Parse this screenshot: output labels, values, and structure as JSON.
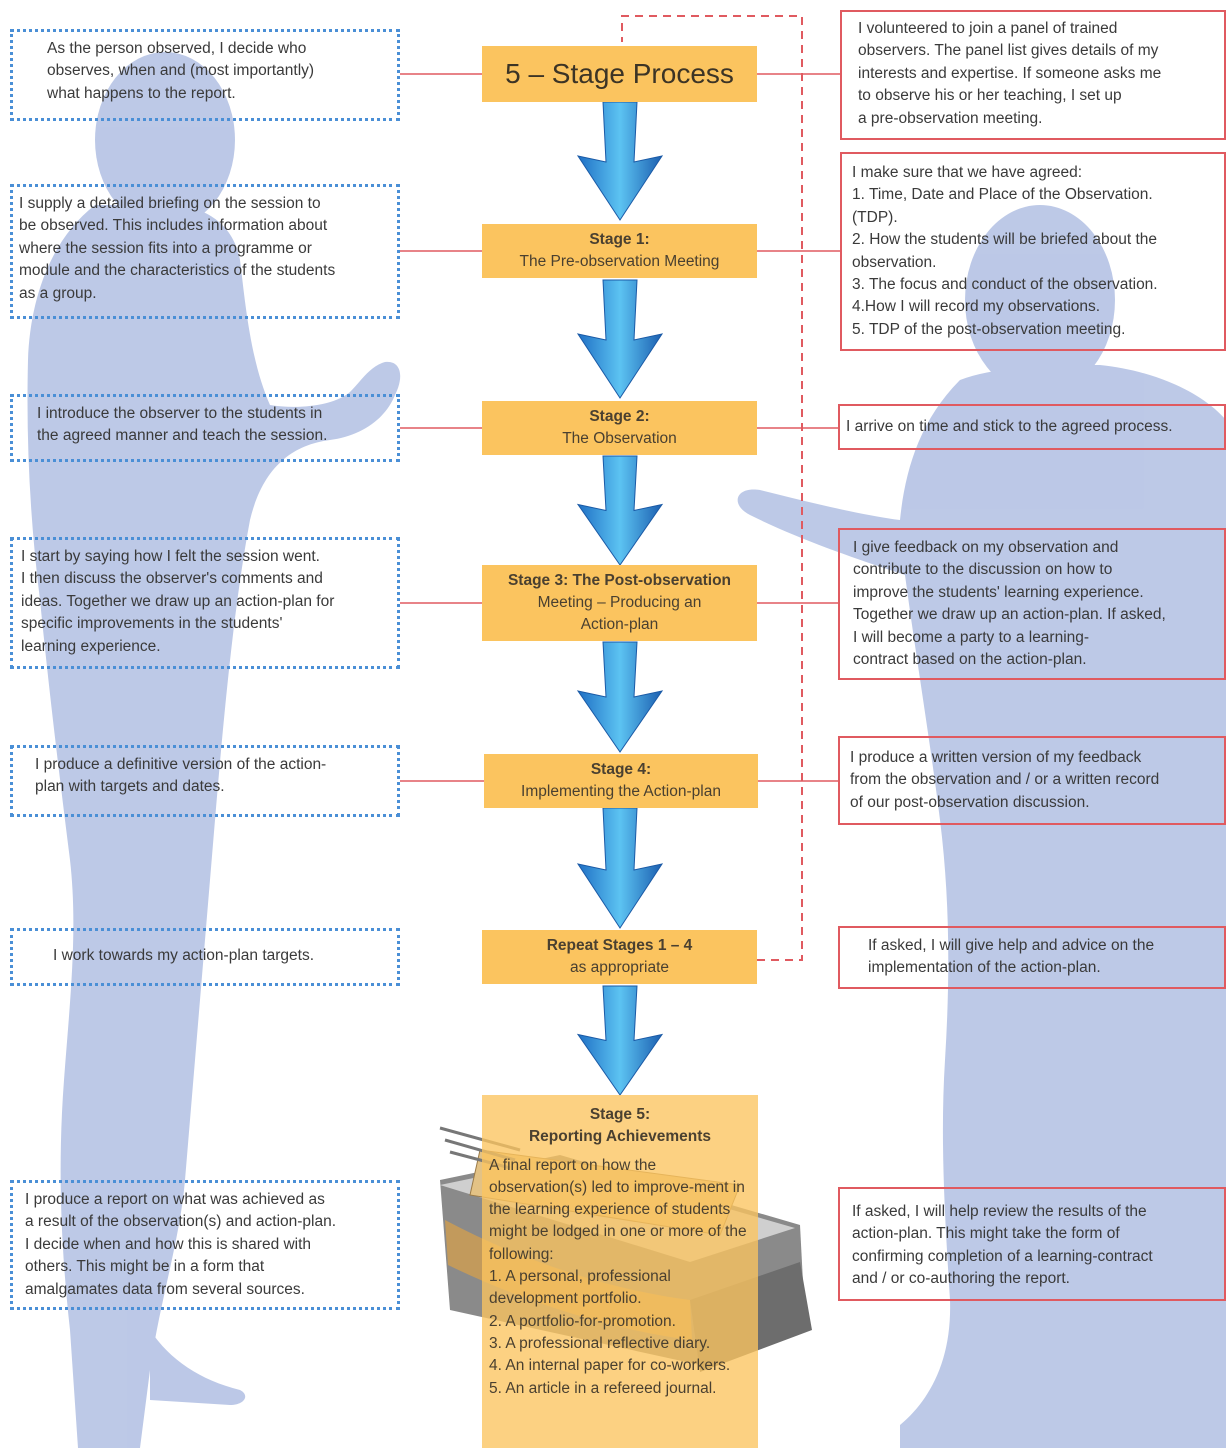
{
  "title": "5 – Stage Process",
  "colors": {
    "stage_fill": "#fbc45f",
    "connector_line": "#e05a60",
    "left_box_border": "#4a8fd6",
    "right_box_border": "#e05a60",
    "arrow": "#2f86d4",
    "silhouette": "#b9c6e6"
  },
  "stages": [
    {
      "title": "Stage 1:",
      "subtitle": "The Pre-observation Meeting"
    },
    {
      "title": "Stage 2:",
      "subtitle": "The Observation"
    },
    {
      "title": "Stage 3: The Post-observation",
      "subtitle": "Meeting – Producing an\nAction-plan"
    },
    {
      "title": "Stage 4:",
      "subtitle": "Implementing the Action-plan"
    },
    {
      "title": "Repeat Stages 1 – 4",
      "subtitle": "as appropriate"
    }
  ],
  "final_stage": {
    "title": "Stage 5:",
    "subtitle": "Reporting Achievements",
    "body": "A final report on how the observation(s) led to improve-ment in the learning experience of students might be lodged in one or more of the following:",
    "items": [
      "1. A personal, professional development portfolio.",
      "2. A portfolio-for-promotion.",
      "3. A professional reflective diary.",
      "4. An internal paper for co-workers.",
      "5. An article in a refereed journal."
    ]
  },
  "observed_notes": [
    "As the person observed, I decide who\nobserves, when and (most importantly)\nwhat happens to the report.",
    "I supply a detailed briefing on the session to\nbe observed. This includes information about\nwhere the session fits into a programme or\nmodule and the characteristics of the students\nas a group.",
    "I introduce the observer to the students in\nthe agreed manner and teach the session.",
    "I start by saying how I felt the session went.\nI then discuss the observer's comments and\nideas. Together we draw up an action-plan for\nspecific improvements in the students'\nlearning experience.",
    "I produce a definitive version of the action-\nplan with targets and dates.",
    "I work towards my action-plan targets.",
    "I produce a report on what was achieved as\na result of the observation(s) and action-plan.\nI decide when and how this is shared with\nothers. This might be in a form that\namalgamates data from several sources."
  ],
  "observer_notes": [
    "I volunteered to join a panel of trained\nobservers. The panel list gives details of my\ninterests and expertise. If someone asks me\nto observe his or her teaching, I set up\na pre-observation meeting.",
    "I make sure that we have agreed:\n1. Time, Date and Place of the Observation.\n(TDP).\n2. How the students will be briefed about the\nobservation.\n3. The focus and conduct of the observation.\n4.How I will record my observations.\n5. TDP of the post-observation meeting.",
    "I arrive on time and stick to the agreed process.",
    "I give feedback on my observation and\ncontribute to the discussion on how to\nimprove the students' learning experience.\nTogether we draw up an action-plan. If asked,\nI will become a party to a learning-\ncontract based on the action-plan.",
    "I produce a written version of my feedback\nfrom the observation and / or a written record\nof our post-observation discussion.",
    "If asked, I will give help and advice on the\nimplementation of the action-plan.",
    "If asked, I will help review the results of the\naction-plan. This might take the form of\nconfirming completion of a learning-contract\nand / or co-authoring the report."
  ]
}
